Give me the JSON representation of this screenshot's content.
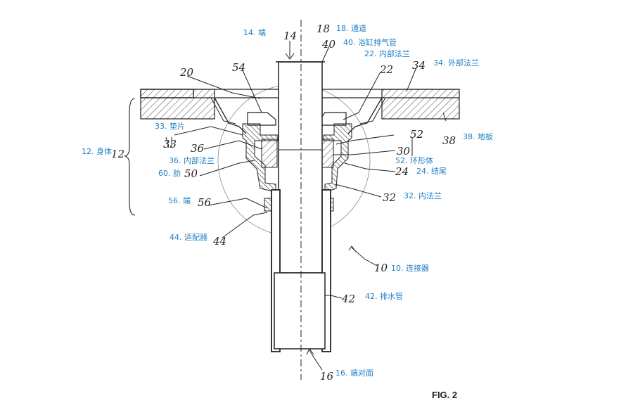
{
  "colors": {
    "label": "#1f7fc4",
    "ink": "#222222",
    "hatch": "#444444"
  },
  "figure_label": "FIG. 2",
  "labels": {
    "end_14": "14. 端",
    "passage_18": "18. 通道",
    "pipe_40": "40. 浴缸排气管",
    "inner_flange_22": "22. 内部法兰",
    "outer_flange_34": "34. 外部法兰",
    "gasket_33": "33. 垫片",
    "body_12": "12. 身体",
    "floor_38": "38. 地板",
    "inner_flange_36": "36. 内部法兰",
    "ring_52": "52. 环形体",
    "rib_60": "60. 肋",
    "tail_24": "24. 结尾",
    "end_56": "56. 端",
    "inner_flange_32": "32. 内法兰",
    "adapter_44": "44. 适配器",
    "connector_10": "10. 连接器",
    "drain_42": "42. 排水管",
    "opposite_end_16": "16. 端对面"
  },
  "handwritten": {
    "n14": "14",
    "n18": "18",
    "n40": "40",
    "n54": "54",
    "n20": "20",
    "n22": "22",
    "n34": "34",
    "n33": "33",
    "n12": "12",
    "n38": "38",
    "n36": "36",
    "n30": "30",
    "n52": "52",
    "n50": "50",
    "n24": "24",
    "n56": "56",
    "n32": "32",
    "n44": "44",
    "n10": "10",
    "n42": "42",
    "n16": "16"
  }
}
